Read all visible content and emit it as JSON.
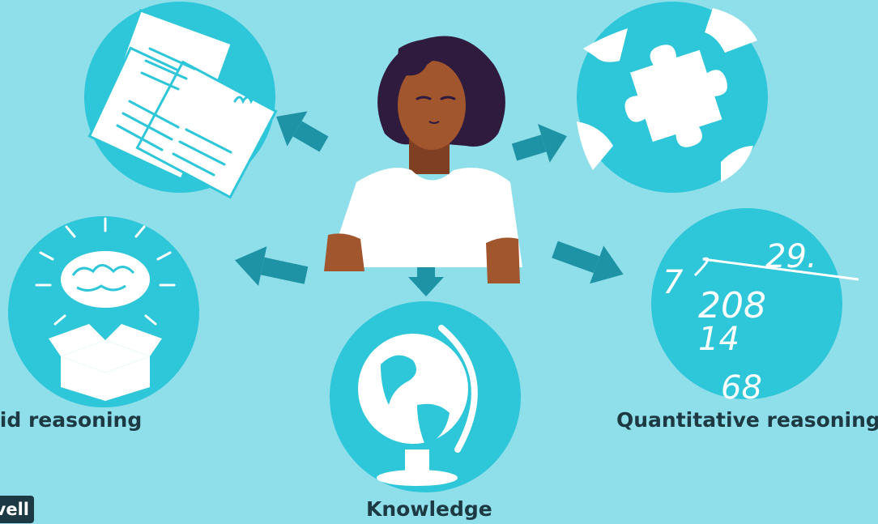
{
  "labels": {
    "fluid_reasoning": "uid reasoning",
    "quantitative_reasoning": "Quantitative reasoning",
    "knowledge": "Knowledge"
  },
  "math": {
    "quotient": "29.",
    "divisor": "7",
    "dividend": "208",
    "row1": "14",
    "row2": "68"
  },
  "brand": "vell",
  "colors": {
    "background": "#8fdfea",
    "circle": "#2ec6d9",
    "arrow": "#1f93a6",
    "text": "#1d3a44",
    "skin": "#a2562e",
    "hair": "#2f1b3e"
  }
}
